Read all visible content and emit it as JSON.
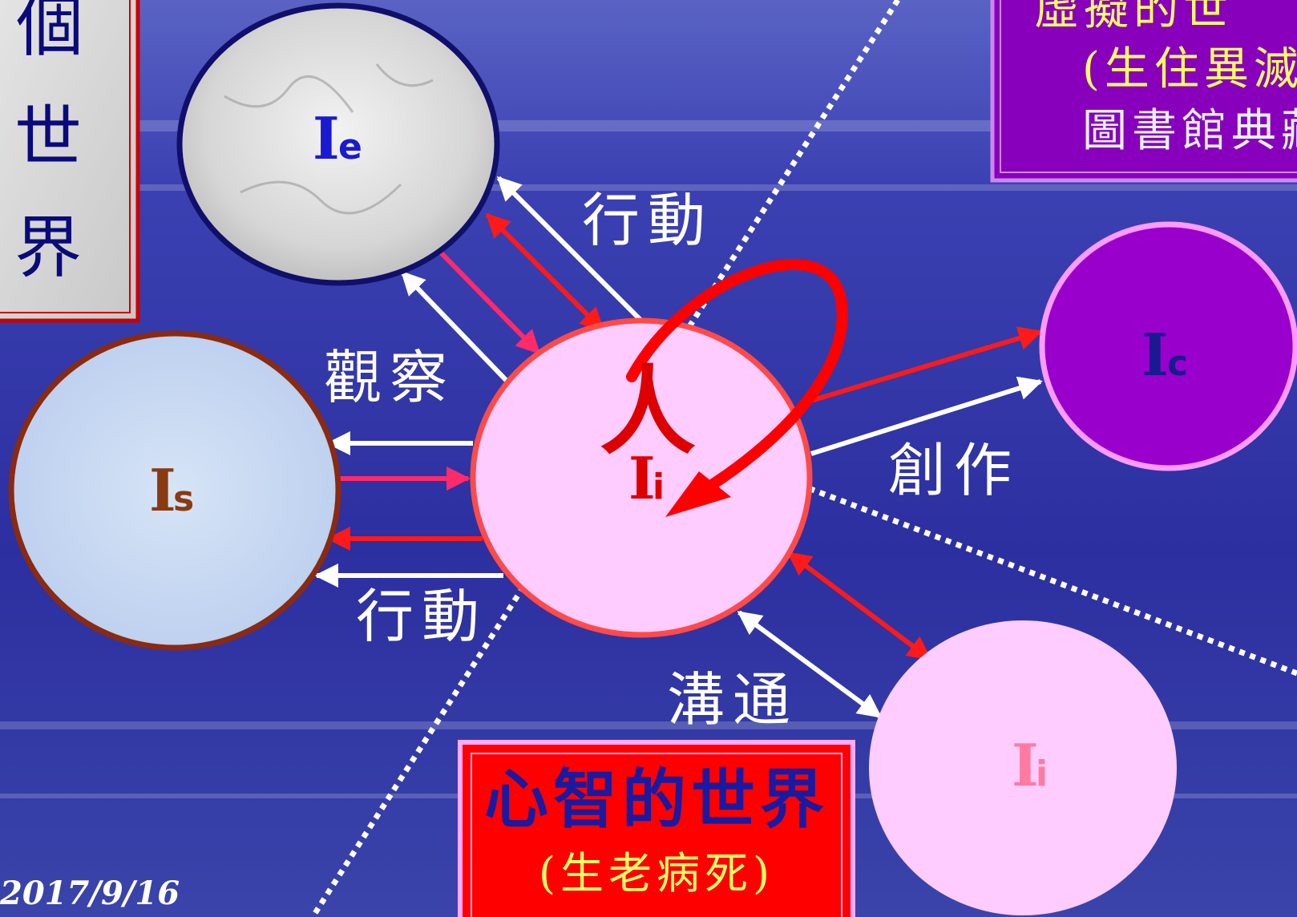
{
  "left_box": {
    "lines": [
      "個",
      "世",
      "界"
    ]
  },
  "virtual_box": {
    "lines": [
      "虛擬的世",
      "(生住異滅",
      "圖書館典藏"
    ]
  },
  "mind_box": {
    "title": "心智的世界",
    "subtitle": "(生老病死)"
  },
  "nodes": {
    "ie": {
      "main": "I",
      "sub": "e"
    },
    "is": {
      "main": "I",
      "sub": "s"
    },
    "ii_center": {
      "main": "I",
      "sub": "i"
    },
    "ic": {
      "main": "I",
      "sub": "c"
    },
    "ii_other": {
      "main": "I",
      "sub": "i"
    }
  },
  "person_label": "人",
  "labels": {
    "action_top": "行動",
    "observe": "觀察",
    "action_bottom": "行動",
    "create": "創作",
    "communicate": "溝通"
  },
  "date": "2017/9/16",
  "colors": {
    "background": "#2b2f9a",
    "arrow_red": "#ff1a1a",
    "arrow_white": "#ffffff",
    "center_fill": "#ffccff",
    "ic_fill": "#9900cc",
    "mind_box_fill": "#ff0000",
    "virtual_box_fill": "#8800bb"
  }
}
